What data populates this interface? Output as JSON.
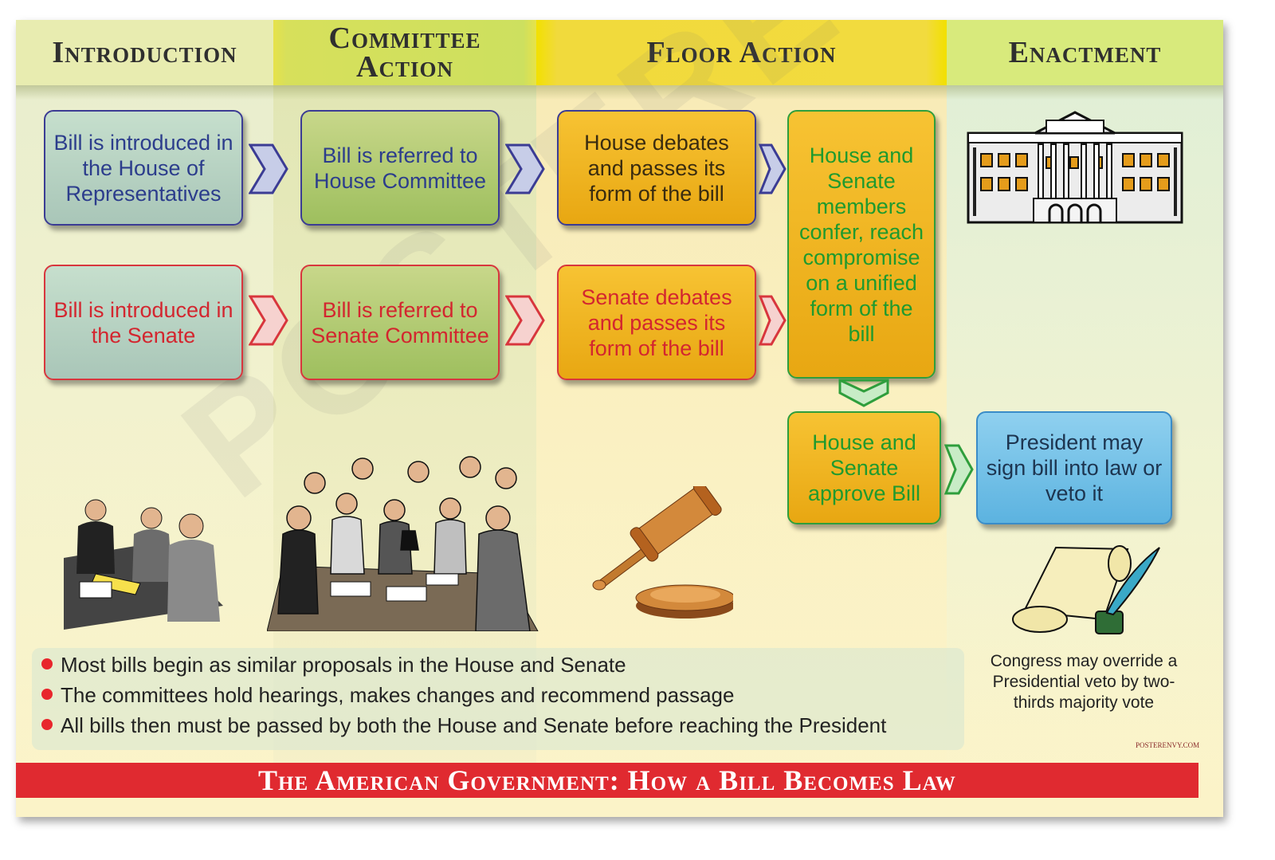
{
  "headers": {
    "introduction": "Introduction",
    "committee": "Committee Action",
    "floor": "Floor Action",
    "enactment": "Enactment"
  },
  "boxes": {
    "house_intro": "Bill is introduced in the House of Representatives",
    "senate_intro": "Bill is introduced in the Senate",
    "house_committee": "Bill is referred to House Committee",
    "senate_committee": "Bill is referred to Senate Committee",
    "house_floor": "House debates and passes its form of the bill",
    "senate_floor": "Senate debates and passes its form of the bill",
    "conference": "House and Senate members confer, reach compromise on a unified form of the bill",
    "approve": "House and Senate approve Bill",
    "president": "President may sign bill into law or veto it"
  },
  "bullets": [
    "Most bills begin as similar proposals in the House and Senate",
    "The committees hold hearings, makes changes and recommend passage",
    "All bills then must be passed by both the House and Senate before reaching the President"
  ],
  "override_note": "Congress may override a Presidential veto by two-thirds majority vote",
  "footer_title": "The American Government: How a Bill Becomes Law",
  "credit": "POSTERENVY.COM",
  "watermark": "POSTERENVY",
  "colors": {
    "house": "#3b3c94",
    "senate": "#d8363d",
    "conference": "#2f9e3c",
    "footer": "#e02a30"
  },
  "icons": [
    "white-house-icon",
    "meeting-people-icon",
    "committee-meeting-icon",
    "gavel-icon",
    "scroll-quill-icon"
  ]
}
